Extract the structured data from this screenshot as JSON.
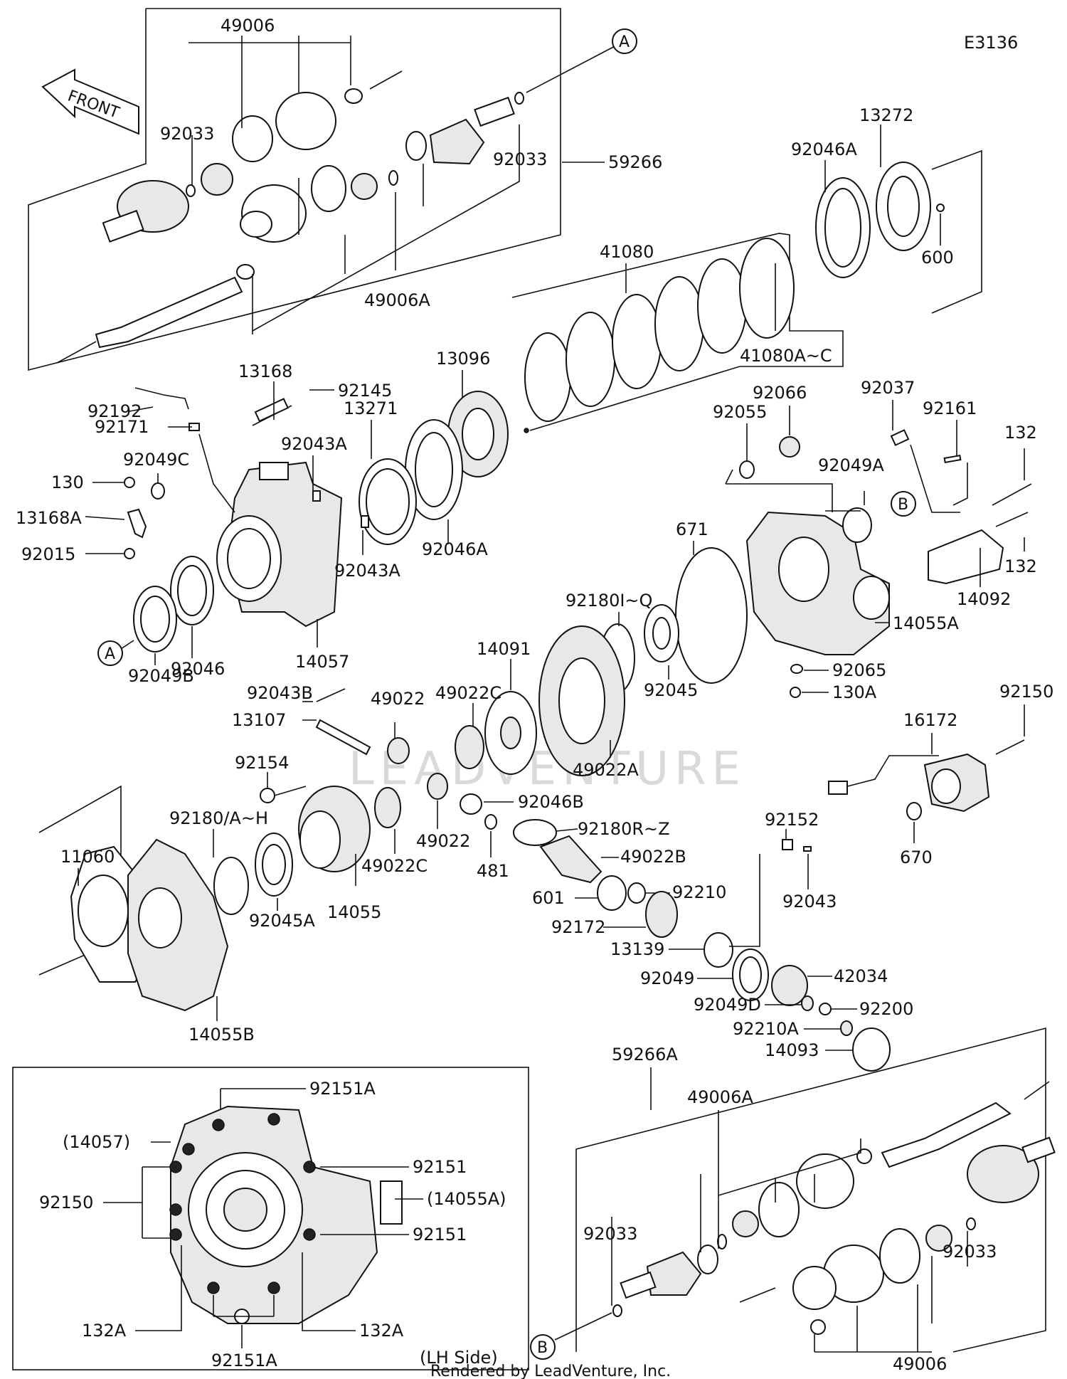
{
  "diagram_code": "E3136",
  "front_arrow_text": "FRONT",
  "footer": "Rendered by LeadVenture, Inc.",
  "inset_caption": "(LH Side)",
  "watermark": "LEADVENTURE",
  "callouts": {
    "a_top": "A",
    "a_left": "A",
    "b_right": "B",
    "b_bottom": "B"
  },
  "labels": {
    "p49006_top": "49006",
    "p92033_tl": "92033",
    "p92033_tr": "92033",
    "p59266": "59266",
    "p49006A_top": "49006A",
    "p13272": "13272",
    "p92046A_top": "92046A",
    "p600": "600",
    "p41080": "41080",
    "p41080AC": "41080A~C",
    "p13096": "13096",
    "p13168": "13168",
    "p92145": "92145",
    "p92192": "92192",
    "p13271": "13271",
    "p92171": "92171",
    "p92043A_1": "92043A",
    "p92049C": "92049C",
    "p130": "130",
    "p13168A": "13168A",
    "p92015": "92015",
    "p92043A_2": "92043A",
    "p92046A_mid": "92046A",
    "p92046": "92046",
    "p92049B": "92049B",
    "p14057": "14057",
    "p92066": "92066",
    "p92037": "92037",
    "p92055": "92055",
    "p92161": "92161",
    "p132_top": "132",
    "p92049A": "92049A",
    "p132_bot": "132",
    "p671": "671",
    "p14092": "14092",
    "p14055A": "14055A",
    "p92180IQ": "92180I~Q",
    "p14091": "14091",
    "p92065": "92065",
    "p130A": "130A",
    "p92045": "92045",
    "p92150_r": "92150",
    "p16172": "16172",
    "p92043B": "92043B",
    "p49022_top": "49022",
    "p49022C_top": "49022C",
    "p13107": "13107",
    "p49022A": "49022A",
    "p92154": "92154",
    "p92046B": "92046B",
    "p92152": "92152",
    "p92180AH": "92180/A~H",
    "p92180RZ": "92180R~Z",
    "p11060": "11060",
    "p49022_bot": "49022",
    "p49022C_bot": "49022C",
    "p481": "481",
    "p49022B": "49022B",
    "p92043": "92043",
    "p670": "670",
    "p14055": "14055",
    "p92045A": "92045A",
    "p601": "601",
    "p92210": "92210",
    "p92172": "92172",
    "p13139": "13139",
    "p42034": "42034",
    "p92049": "92049",
    "p92049D": "92049D",
    "p92200": "92200",
    "p92210A": "92210A",
    "p14093": "14093",
    "p14055B": "14055B",
    "p59266A": "59266A",
    "p49006A_bot": "49006A",
    "p92033_bl": "92033",
    "p92033_br": "92033",
    "p49006_bot": "49006",
    "in_92151A_top": "92151A",
    "in_14057": "(14057)",
    "in_92151_1": "92151",
    "in_92150": "92150",
    "in_14055A": "(14055A)",
    "in_92151_2": "92151",
    "in_132A_l": "132A",
    "in_132A_r": "132A",
    "in_92151A_bot": "92151A"
  }
}
